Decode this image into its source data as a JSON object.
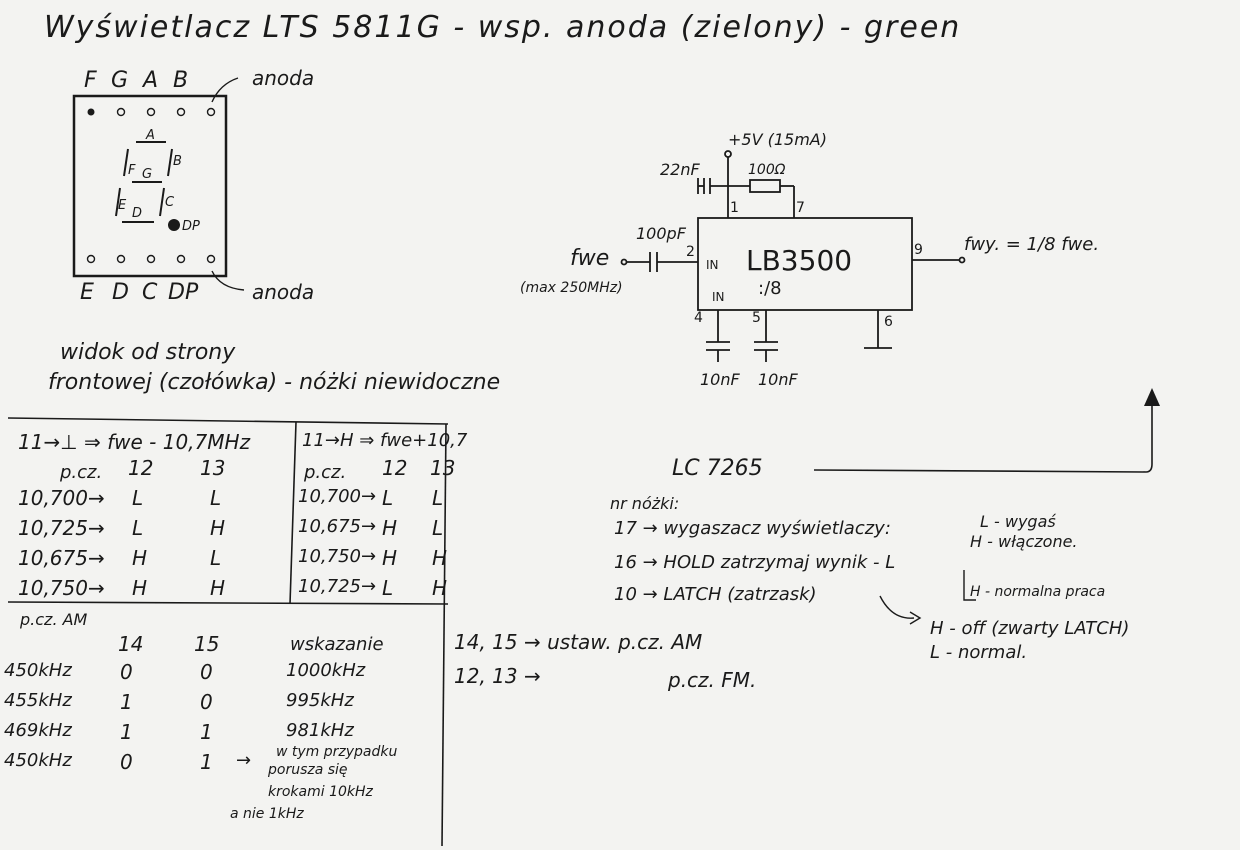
{
  "title": "Wyświetlacz LTS 5811G - wsp. anoda (zielony) - green",
  "display": {
    "top_pins": [
      "F",
      "G",
      "A",
      "B"
    ],
    "top_anode": "anoda",
    "bottom_pins": [
      "E",
      "D",
      "C",
      "DP"
    ],
    "bottom_anode": "anoda",
    "segments": [
      "A",
      "F",
      "G",
      "B",
      "E",
      "D",
      "C",
      "DP"
    ],
    "caption_line1": "widok od strony",
    "caption_line2": "frontowej (czołówka) - nóżki niewidoczne"
  },
  "circuit": {
    "supply": "+5V (15mA)",
    "cap_22": "22nF",
    "res_100": "100Ω",
    "cap_100p": "100pF",
    "fwe": "fwe",
    "fwe_max": "(max 250MHz)",
    "chip": "LB3500",
    "chip_div": ":/8",
    "pin_in": "IN",
    "pin_in2": "IN",
    "pin1": "1",
    "pin2": "2",
    "pin4": "4",
    "pin5": "5",
    "pin6": "6",
    "pin7": "7",
    "pin9": "9",
    "output": "fwy. = 1/8 fwe.",
    "cap_10a": "10nF",
    "cap_10b": "10nF"
  },
  "lc": {
    "name": "LC 7265",
    "pins_header": "nr nóżki:",
    "pin17": "17 → wygaszacz wyświetlaczy:",
    "pin17_l": "L - wygaś",
    "pin17_h": "H - włączone.",
    "pin16": "16 → HOLD zatrzymaj wynik - L",
    "pin16_h": "H - normalna praca",
    "pin10": "10 → LATCH (zatrzask)",
    "pin10_h": "H - off (zwarty LATCH)",
    "pin10_l": "L - normal.",
    "set1": "14, 15 → ustaw. p.cz. AM",
    "set2": "12, 13 →",
    "set2b": "p.cz. FM."
  },
  "fm_left": {
    "header": "11→⊥ ⇒ fwe - 10,7MHz",
    "col_label": "p.cz.",
    "col12": "12",
    "col13": "13",
    "rows": [
      {
        "f": "10,700→",
        "a": "L",
        "b": "L"
      },
      {
        "f": "10,725→",
        "a": "L",
        "b": "H"
      },
      {
        "f": "10,675→",
        "a": "H",
        "b": "L"
      },
      {
        "f": "10,750→",
        "a": "H",
        "b": "H"
      }
    ]
  },
  "fm_right": {
    "header": "11→H ⇒ fwe+10,7",
    "col_label": "p.cz.",
    "col12": "12",
    "col13": "13",
    "rows": [
      {
        "f": "10,700→",
        "a": "L",
        "b": "L"
      },
      {
        "f": "10,675→",
        "a": "H",
        "b": "L"
      },
      {
        "f": "10,750→",
        "a": "H",
        "b": "H"
      },
      {
        "f": "10,725→",
        "a": "L",
        "b": "H"
      }
    ]
  },
  "am": {
    "label": "p.cz. AM",
    "col14": "14",
    "col15": "15",
    "col_ind": "wskazanie",
    "rows": [
      {
        "f": "450kHz",
        "a": "0",
        "b": "0",
        "ind": "1000kHz"
      },
      {
        "f": "455kHz",
        "a": "1",
        "b": "0",
        "ind": "995kHz"
      },
      {
        "f": "469kHz",
        "a": "1",
        "b": "1",
        "ind": "981kHz"
      },
      {
        "f": "450kHz",
        "a": "0",
        "b": "1",
        "ind": "→"
      }
    ],
    "note1": "w tym przypadku",
    "note2": "porusza się",
    "note3": "krokami 10kHz",
    "note4": "a nie 1kHz"
  }
}
